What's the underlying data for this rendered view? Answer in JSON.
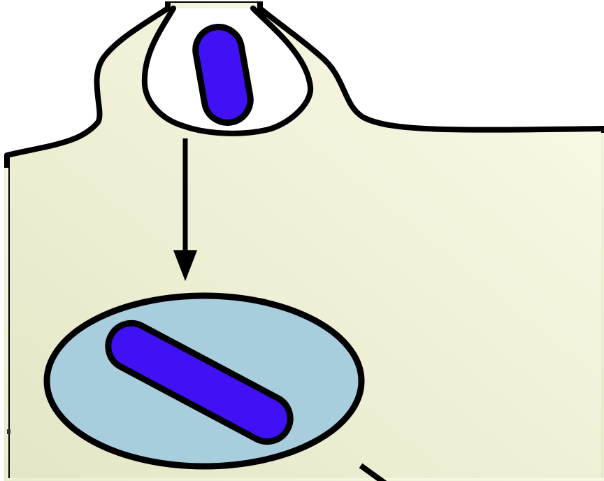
{
  "diagram": {
    "type": "phagocytosis",
    "elements": [
      "cell-cytoplasm",
      "pseudopod-left",
      "pseudopod-right",
      "engulfed-bacterium",
      "internalization-arrow",
      "phagosome",
      "internalized-bacterium",
      "partial-arrow"
    ],
    "colors": {
      "background": "#ffffff",
      "cytoplasm_light": "#fbfbe8",
      "cytoplasm_dark": "#e4e6c6",
      "bacterium_fill": "#3f11f4",
      "phagosome_fill": "#a8cede",
      "outline": "#000000"
    }
  }
}
